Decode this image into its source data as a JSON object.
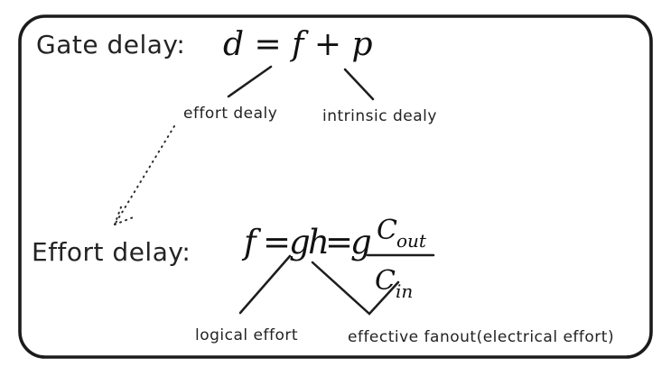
{
  "colors": {
    "ink": "#1d1d1d",
    "math_ink": "#111111",
    "blue_math": "#2196f3",
    "blue_label": "#2e7fd6",
    "background": "#ffffff"
  },
  "gate_section": {
    "title": "Gate delay:",
    "formula": "d = f + p",
    "effort_label": "effort dealy",
    "intrinsic_label": "intrinsic dealy"
  },
  "effort_section": {
    "title": "Effort delay:",
    "formula": {
      "f": "f",
      "eq1": "=",
      "g1": "g",
      "h": "h",
      "eq2": "=",
      "g2": "g",
      "c_out_base": "C",
      "c_out_sub": "out",
      "c_in_base": "C",
      "c_in_sub": "in"
    },
    "logical_label": "logical effort",
    "fanout_label": "effective fanout(electrical effort)"
  }
}
